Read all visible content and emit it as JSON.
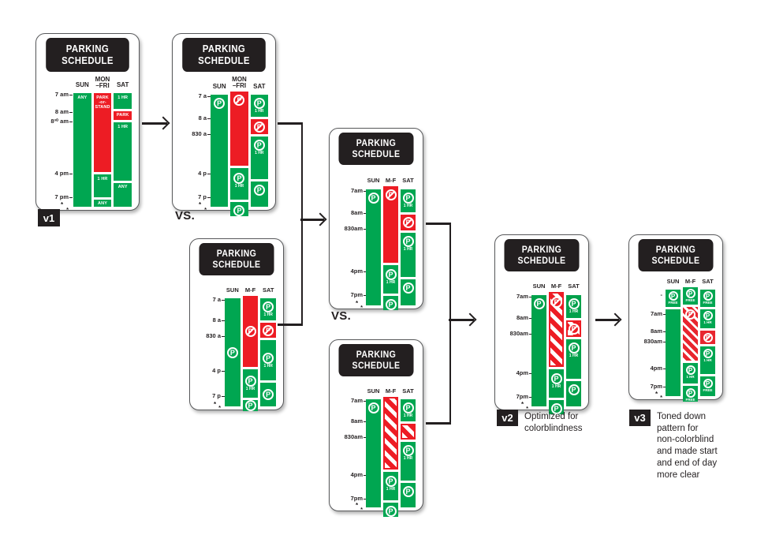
{
  "meta": {
    "diagram_title": "Parking Schedule sign design iterations",
    "card_header": "PARKING SCHEDULE",
    "colors": {
      "green": "#00A651",
      "green_dark": "#00A14B",
      "red": "#ED1C24",
      "red_dark": "#E8262F",
      "black": "#231F20",
      "white": "#FFFFFF",
      "card_border": "#58595B"
    }
  },
  "connectors": {
    "arrow1": "arrow-right",
    "arrow2": "arrow-right",
    "arrow3": "arrow-right",
    "arrow4": "arrow-right",
    "vs_label_1": "VS.",
    "vs_label_2": "VS."
  },
  "cards": {
    "v1a": {
      "header": "PARKING SCHEDULE",
      "columns": [
        "SUN",
        "MON\n–FRI",
        "SAT"
      ],
      "axis": [
        {
          "label": "7 am"
        },
        {
          "label": "8 am"
        },
        {
          "label": "8³⁰ am"
        },
        {
          "label": "4 pm"
        },
        {
          "label": "7 pm"
        },
        {
          "label": "*",
          "tick": false
        }
      ],
      "cells": {
        "sun": [
          {
            "text": "ANY",
            "state": "allowed"
          }
        ],
        "mf": [
          {
            "text": "PARK\n-or-\nSTAND",
            "state": "restricted"
          },
          {
            "text": "1 HR",
            "state": "allowed"
          },
          {
            "text": "ANY",
            "state": "allowed"
          }
        ],
        "sat": [
          {
            "text": "1 HR",
            "state": "allowed"
          },
          {
            "text": "PARK",
            "state": "restricted"
          },
          {
            "text": "1 HR",
            "state": "allowed"
          },
          {
            "text": "ANY",
            "state": "allowed"
          }
        ]
      }
    },
    "v1b": {
      "header": "PARKING SCHEDULE",
      "columns": [
        "SUN",
        "MON\n–FRI",
        "SAT"
      ],
      "axis": [
        {
          "label": "7 a"
        },
        {
          "label": "8 a"
        },
        {
          "label": "830 a"
        },
        {
          "label": "4 p"
        },
        {
          "label": "7 p"
        },
        {
          "label": "*",
          "tick": false
        }
      ],
      "cells": {
        "sun": [
          {
            "icon": "parking-allowed-icon",
            "state": "allowed"
          }
        ],
        "mf": [
          {
            "icon": "no-parking-icon",
            "state": "restricted"
          },
          {
            "icon": "parking-allowed-icon",
            "sub": "1 HR",
            "state": "allowed"
          },
          {
            "icon": "parking-allowed-icon",
            "state": "allowed"
          }
        ],
        "sat": [
          {
            "icon": "parking-allowed-icon",
            "sub": "1 HR",
            "state": "allowed"
          },
          {
            "icon": "no-parking-icon",
            "state": "restricted"
          },
          {
            "icon": "parking-allowed-icon",
            "sub": "1 HR",
            "state": "allowed"
          },
          {
            "icon": "parking-allowed-icon",
            "state": "allowed"
          }
        ]
      }
    },
    "v1c": {
      "header": "PARKING SCHEDULE",
      "columns": [
        "SUN",
        "M-F",
        "SAT"
      ],
      "axis": [
        {
          "label": "7 a"
        },
        {
          "label": "8 a"
        },
        {
          "label": "830 a"
        },
        {
          "label": "4 p"
        },
        {
          "label": "7 p"
        },
        {
          "label": "*",
          "tick": false
        }
      ],
      "cells": {
        "sun": [
          {
            "icon": "parking-allowed-icon",
            "state": "allowed"
          }
        ],
        "mf": [
          {
            "icon": "no-parking-icon",
            "state": "restricted"
          },
          {
            "icon": "parking-allowed-icon",
            "sub": "1 HR",
            "state": "allowed"
          },
          {
            "icon": "parking-allowed-icon",
            "state": "allowed"
          }
        ],
        "sat": [
          {
            "icon": "parking-allowed-icon",
            "sub": "1 HR",
            "state": "allowed"
          },
          {
            "icon": "no-parking-icon",
            "state": "restricted"
          },
          {
            "icon": "parking-allowed-icon",
            "sub": "1 HR",
            "state": "allowed"
          },
          {
            "icon": "parking-allowed-icon",
            "state": "allowed"
          }
        ]
      }
    },
    "mid_solid": {
      "header": "PARKING SCHEDULE",
      "columns": [
        "SUN",
        "M-F",
        "SAT"
      ],
      "axis": [
        {
          "label": "7am"
        },
        {
          "label": "8am"
        },
        {
          "label": "830am"
        },
        {
          "label": "4pm"
        },
        {
          "label": "7pm"
        },
        {
          "label": "*",
          "tick": false
        }
      ],
      "cells": {
        "sun": [
          {
            "icon": "parking-allowed-icon",
            "state": "allowed"
          }
        ],
        "mf": [
          {
            "icon": "no-parking-icon",
            "state": "restricted"
          },
          {
            "icon": "parking-allowed-icon",
            "sub": "1 HR",
            "state": "allowed"
          },
          {
            "icon": "parking-allowed-icon",
            "state": "allowed"
          }
        ],
        "sat": [
          {
            "icon": "parking-allowed-icon",
            "sub": "1 HR",
            "state": "allowed"
          },
          {
            "icon": "no-parking-icon",
            "state": "restricted"
          },
          {
            "icon": "parking-allowed-icon",
            "sub": "1 HR",
            "state": "allowed"
          },
          {
            "icon": "parking-allowed-icon",
            "state": "allowed"
          }
        ]
      }
    },
    "mid_hatch": {
      "header": "PARKING SCHEDULE",
      "columns": [
        "SUN",
        "M-F",
        "SAT"
      ],
      "axis": [
        {
          "label": "7am"
        },
        {
          "label": "8am"
        },
        {
          "label": "830am"
        },
        {
          "label": "4pm"
        },
        {
          "label": "7pm"
        },
        {
          "label": "*",
          "tick": false
        }
      ],
      "cells": {
        "sun": [
          {
            "icon": "parking-allowed-icon",
            "state": "allowed"
          }
        ],
        "mf": [
          {
            "state": "restricted-hatch"
          },
          {
            "icon": "parking-allowed-icon",
            "sub": "1 HR",
            "state": "allowed"
          },
          {
            "icon": "parking-allowed-icon",
            "state": "allowed"
          }
        ],
        "sat": [
          {
            "icon": "parking-allowed-icon",
            "sub": "1 HR",
            "state": "allowed"
          },
          {
            "state": "restricted-hatch"
          },
          {
            "icon": "parking-allowed-icon",
            "sub": "1 HR",
            "state": "allowed"
          },
          {
            "icon": "parking-allowed-icon",
            "state": "allowed"
          }
        ]
      }
    },
    "v2": {
      "header": "PARKING SCHEDULE",
      "tag": "v2",
      "caption": "Optimized for\ncolorblindness",
      "columns": [
        "SUN",
        "M-F",
        "SAT"
      ],
      "axis": [
        {
          "label": "7am"
        },
        {
          "label": "8am"
        },
        {
          "label": "830am"
        },
        {
          "label": "4pm"
        },
        {
          "label": "7pm"
        },
        {
          "label": "*",
          "tick": false
        }
      ],
      "cells": {
        "sun": [
          {
            "icon": "parking-allowed-icon",
            "state": "allowed"
          }
        ],
        "mf": [
          {
            "icon": "no-parking-icon",
            "state": "restricted-hatch"
          },
          {
            "icon": "parking-allowed-icon",
            "sub": "1 HR",
            "state": "allowed"
          },
          {
            "icon": "parking-allowed-icon",
            "state": "allowed"
          }
        ],
        "sat": [
          {
            "icon": "parking-allowed-icon",
            "sub": "1 HR",
            "state": "allowed"
          },
          {
            "icon": "no-parking-icon",
            "state": "restricted-hatch"
          },
          {
            "icon": "parking-allowed-icon",
            "sub": "1 HR",
            "state": "allowed"
          },
          {
            "icon": "parking-allowed-icon",
            "state": "allowed"
          }
        ]
      }
    },
    "v3": {
      "header": "PARKING SCHEDULE",
      "tag": "v3",
      "caption": "Toned down\npattern for\nnon-colorblind\nand made start\nand end of day\nmore clear",
      "columns": [
        "SUN",
        "M-F",
        "SAT"
      ],
      "axis": [
        {
          "label": "-",
          "tick": false
        },
        {
          "label": "7am"
        },
        {
          "label": "8am"
        },
        {
          "label": "830am"
        },
        {
          "label": "4pm"
        },
        {
          "label": "7pm"
        },
        {
          "label": "*",
          "tick": false
        }
      ],
      "cells": {
        "sun": [
          {
            "icon": "parking-allowed-icon",
            "sub": "FREE",
            "state": "allowed"
          },
          {
            "icon": "parking-allowed-icon",
            "state": "allowed"
          }
        ],
        "mf": [
          {
            "icon": "parking-allowed-icon",
            "sub": "FREE",
            "state": "allowed"
          },
          {
            "icon": "no-parking-icon",
            "state": "restricted-soft"
          },
          {
            "icon": "parking-allowed-icon",
            "sub": "1 HR",
            "state": "allowed"
          },
          {
            "icon": "parking-allowed-icon",
            "sub": "FREE",
            "state": "allowed"
          }
        ],
        "sat": [
          {
            "icon": "parking-allowed-icon",
            "sub": "FREE",
            "state": "allowed"
          },
          {
            "icon": "parking-allowed-icon",
            "sub": "1 HR",
            "state": "allowed"
          },
          {
            "icon": "no-parking-icon",
            "state": "restricted"
          },
          {
            "icon": "parking-allowed-icon",
            "sub": "1 HR",
            "state": "allowed"
          },
          {
            "icon": "parking-allowed-icon",
            "sub": "FREE",
            "state": "allowed"
          }
        ]
      }
    }
  },
  "tags": {
    "v1": "v1",
    "v2": "v2",
    "v3": "v3"
  }
}
